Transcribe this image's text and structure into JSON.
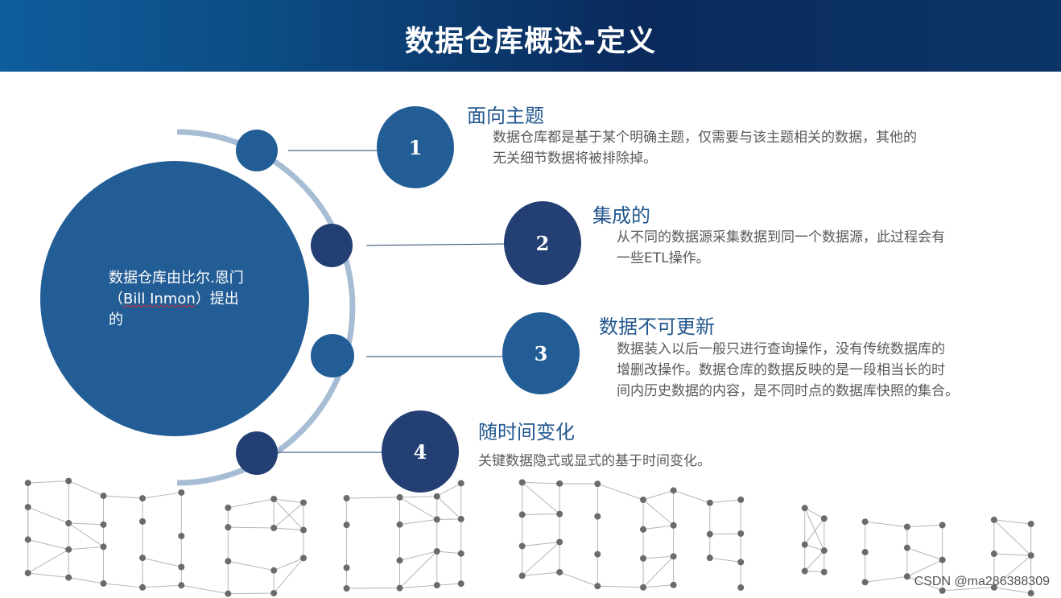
{
  "slide": {
    "title": "数据仓库概述-定义"
  },
  "center": {
    "line1": "数据仓库由比尔.恩门",
    "line2_prefix": "（",
    "line2_name": "Bill Inmon",
    "line2_suffix": "）提出",
    "line3": "的"
  },
  "items": [
    {
      "number": "1",
      "title": "面向主题",
      "desc": [
        "数据仓库都是基于某个明确主题，仅需要与该主题相关的数据，其他的",
        "无关细节数据将被排除掉。"
      ]
    },
    {
      "number": "2",
      "title": "集成的",
      "desc": [
        "从不同的数据源采集数据到同一个数据源，此过程会有",
        "一些ETL操作。"
      ]
    },
    {
      "number": "3",
      "title": "数据不可更新",
      "desc": [
        "数据装入以后一般只进行查询操作，没有传统数据库的",
        "增删改操作。数据仓库的数据反映的是一段相当长的时",
        "间内历史数据的内容，是不同时点的数据库快照的集合。"
      ]
    },
    {
      "number": "4",
      "title": "随时间变化",
      "desc": [
        "关键数据隐式或显式的基于时间变化。"
      ]
    }
  ],
  "watermark": "CSDN @ma286388309",
  "colors": {
    "header_dark": "#0a2a5c",
    "circle_blue": "#235d96",
    "circle_navy": "#233f73",
    "title_blue": "#23588f",
    "arc": "#a7bdd4"
  }
}
